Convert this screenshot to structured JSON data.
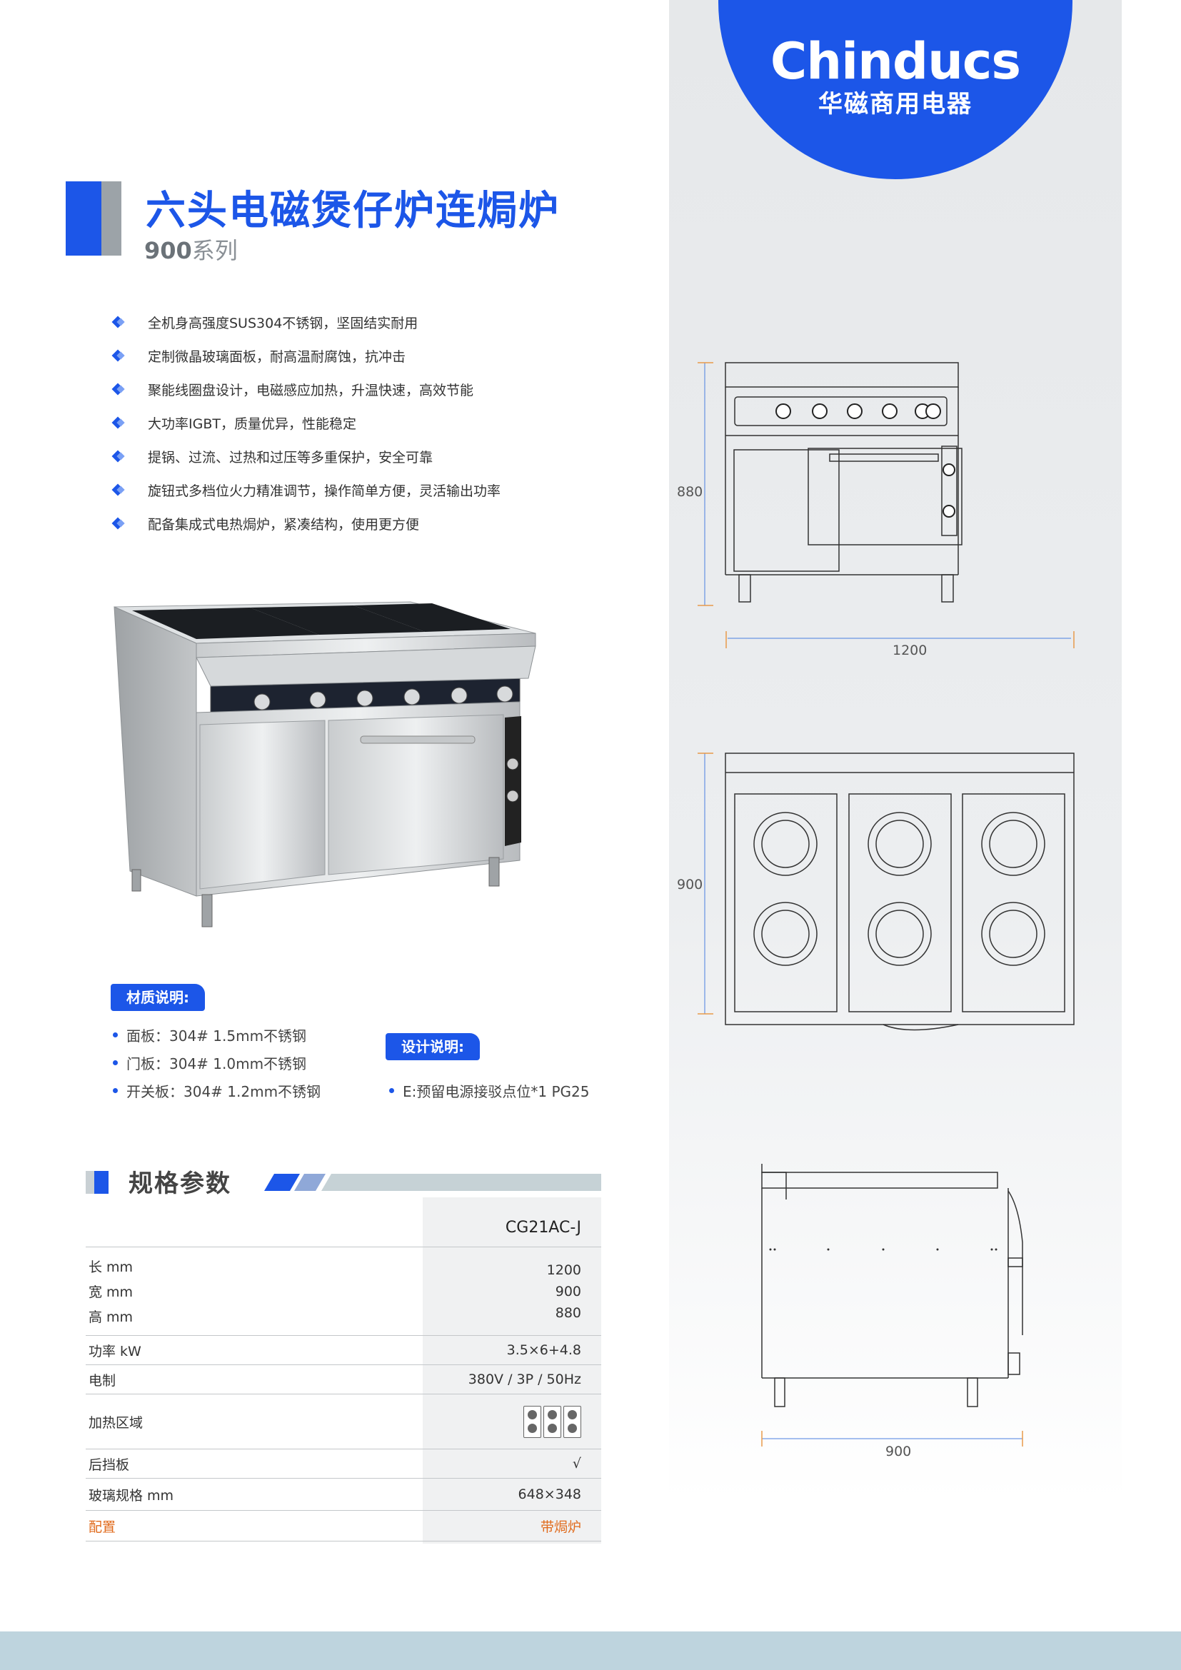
{
  "brand": {
    "name_en": "Chinducs",
    "name_cn": "华磁商用电器"
  },
  "header": {
    "title": "六头电磁煲仔炉连焗炉",
    "series_num": "900",
    "series_suffix": "系列"
  },
  "features": [
    "全机身高强度SUS304不锈钢，坚固结实耐用",
    "定制微晶玻璃面板，耐高温耐腐蚀，抗冲击",
    "聚能线圈盘设计，电磁感应加热，升温快速，高效节能",
    "大功率IGBT，质量优异，性能稳定",
    "提锅、过流、过热和过压等多重保护，安全可靠",
    "旋钮式多档位火力精准调节，操作简单方便，灵活输出功率",
    "配备集成式电热焗炉，紧凑结构，使用更方便"
  ],
  "materials": {
    "label": "材质说明:",
    "items": [
      "面板：304# 1.5mm不锈钢",
      "门板：304# 1.0mm不锈钢",
      "开关板：304# 1.2mm不锈钢"
    ]
  },
  "design": {
    "label": "设计说明:",
    "items": [
      "E:预留电源接驳点位*1 PG25"
    ]
  },
  "specs": {
    "title": "规格参数",
    "model": "CG21AC-J",
    "length": {
      "label": "长 mm",
      "value": "1200"
    },
    "width": {
      "label": "宽 mm",
      "value": "900"
    },
    "height": {
      "label": "高 mm",
      "value": "880"
    },
    "power": {
      "label": "功率 kW",
      "value": "3.5×6+4.8"
    },
    "electric": {
      "label": "电制",
      "value": "380V / 3P / 50Hz"
    },
    "zone": {
      "label": "加热区域"
    },
    "backsplash": {
      "label": "后挡板",
      "value": "√"
    },
    "glass": {
      "label": "玻璃规格 mm",
      "value": "648×348"
    },
    "config": {
      "label": "配置",
      "value": "带焗炉"
    }
  },
  "drawings": {
    "front": {
      "height": "880",
      "width": "1200"
    },
    "top": {
      "depth": "900"
    },
    "side": {
      "depth": "900"
    }
  },
  "colors": {
    "brand_blue": "#1c56e8",
    "accent_orange": "#e06a1b",
    "footer": "#bed4de"
  }
}
